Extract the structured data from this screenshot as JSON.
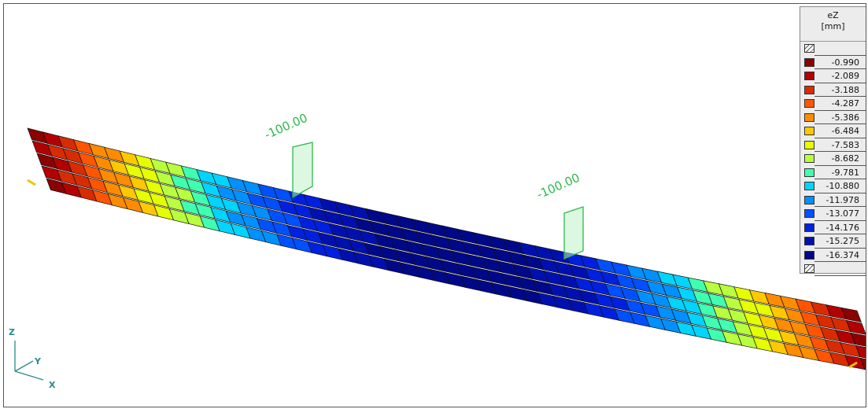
{
  "loads": [
    {
      "label": "-100.00"
    },
    {
      "label": "-100.00"
    }
  ],
  "axes": {
    "z": "Z",
    "y": "Y",
    "x": "X"
  },
  "legend": {
    "title": "eZ",
    "unit": "[mm]",
    "rows": [
      {
        "value": "",
        "color": "hatch"
      },
      {
        "value": "-0.990",
        "color": "#8b0000"
      },
      {
        "value": "-2.089",
        "color": "#b30000"
      },
      {
        "value": "-3.188",
        "color": "#d92b00"
      },
      {
        "value": "-4.287",
        "color": "#ff5500"
      },
      {
        "value": "-5.386",
        "color": "#ff8c00"
      },
      {
        "value": "-6.484",
        "color": "#ffc800"
      },
      {
        "value": "-7.583",
        "color": "#e6ff00"
      },
      {
        "value": "-8.682",
        "color": "#b8ff40"
      },
      {
        "value": "-9.781",
        "color": "#40ffb0"
      },
      {
        "value": "-10.880",
        "color": "#00d4ff"
      },
      {
        "value": "-11.978",
        "color": "#0090ff"
      },
      {
        "value": "-13.077",
        "color": "#0050ff"
      },
      {
        "value": "-14.176",
        "color": "#0020e0"
      },
      {
        "value": "-15.275",
        "color": "#0010b0"
      },
      {
        "value": "-16.374",
        "color": "#00088a"
      },
      {
        "value": "",
        "color": "hatch"
      }
    ]
  }
}
